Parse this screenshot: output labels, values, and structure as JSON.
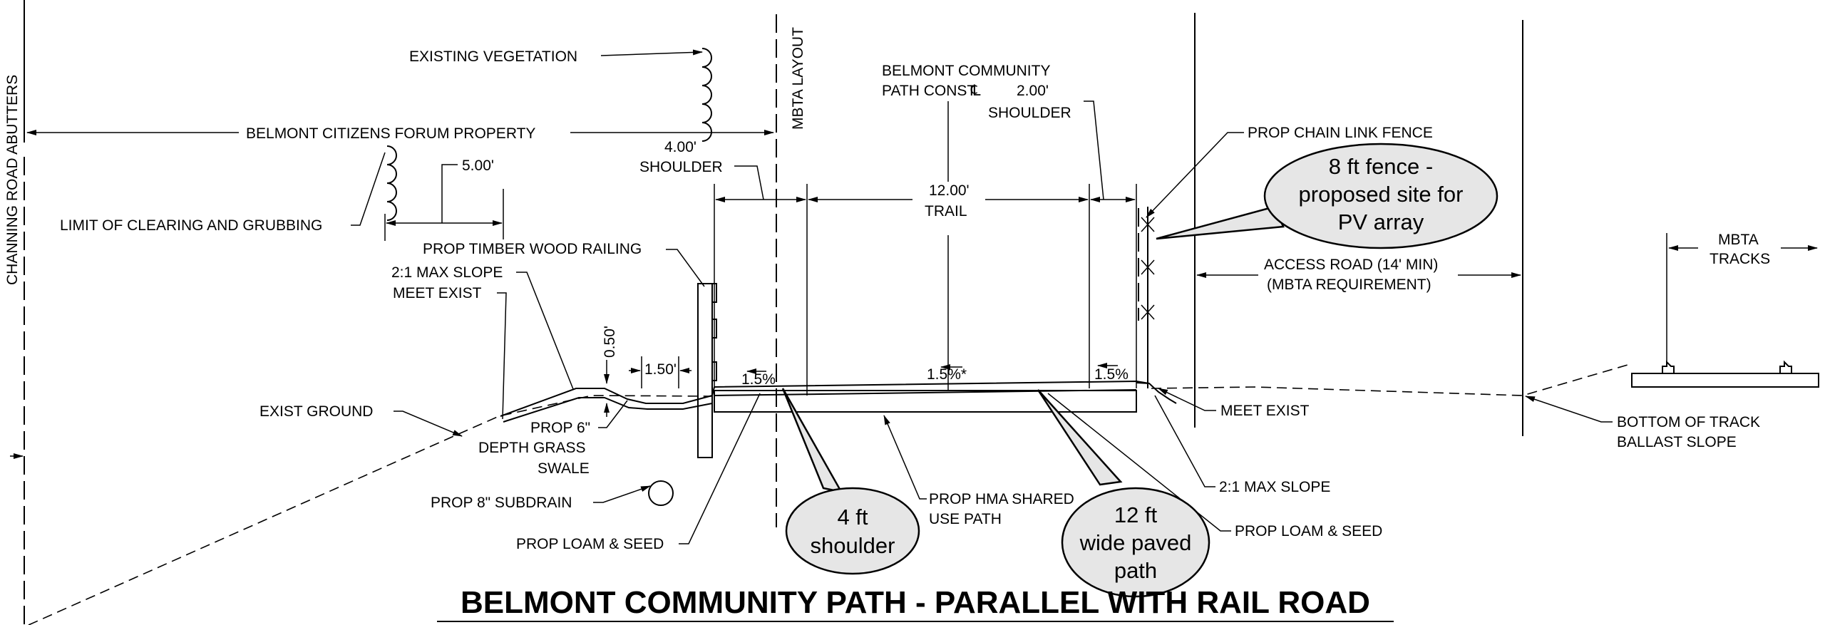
{
  "title": "BELMONT COMMUNITY PATH - PARALLEL WITH RAIL ROAD",
  "labels": {
    "channing": "CHANNING ROAD ABUTTERS",
    "existing_vegetation": "EXISTING VEGETATION",
    "citizens_forum": "BELMONT CITIZENS FORUM PROPERTY",
    "mbta_layout": "MBTA LAYOUT",
    "community_path_const_1": "BELMONT COMMUNITY",
    "community_path_const_2": "PATH CONST",
    "centerline_symbol": "℄",
    "shoulder_200_value": "2.00'",
    "shoulder_200_label": "SHOULDER",
    "shoulder_400_value": "4.00'",
    "shoulder_400_label": "SHOULDER",
    "dim_500": "5.00'",
    "limit_clearing": "LIMIT OF CLEARING AND GRUBBING",
    "trail_value": "12.00'",
    "trail_label": "TRAIL",
    "prop_chain_link": "PROP CHAIN LINK FENCE",
    "prop_timber": "PROP TIMBER WOOD RAILING",
    "max_slope_left": "2:1 MAX SLOPE",
    "meet_exist_left": "MEET EXIST",
    "dim_050": "0.50'",
    "dim_150": "1.50'",
    "slope_left": "1.5%",
    "slope_center": "1.5%*",
    "slope_right": "1.5%",
    "access_road_1": "ACCESS ROAD (14' MIN)",
    "access_road_2": "(MBTA REQUIREMENT)",
    "mbta_tracks_1": "MBTA",
    "mbta_tracks_2": "TRACKS",
    "exist_ground": "EXIST GROUND",
    "grass_swale_1": "PROP 6\"",
    "grass_swale_2": "DEPTH GRASS",
    "grass_swale_3": "SWALE",
    "meet_exist_right": "MEET EXIST",
    "bottom_track_1": "BOTTOM OF TRACK",
    "bottom_track_2": "BALLAST SLOPE",
    "subdrain": "PROP 8\" SUBDRAIN",
    "hma_1": "PROP HMA SHARED",
    "hma_2": "USE PATH",
    "max_slope_right": "2:1 MAX SLOPE",
    "loam_left": "PROP LOAM & SEED",
    "loam_right": "PROP LOAM & SEED"
  },
  "callouts": {
    "fence_1": "8 ft fence -",
    "fence_2": "proposed site for",
    "fence_3": "PV array",
    "shoulder_1": "4 ft",
    "shoulder_2": "shoulder",
    "paved_1": "12 ft",
    "paved_2": "wide paved",
    "paved_3": "path"
  },
  "colors": {
    "ink": "#000000",
    "callout_fill": "#e6e6e6",
    "background": "#ffffff"
  }
}
